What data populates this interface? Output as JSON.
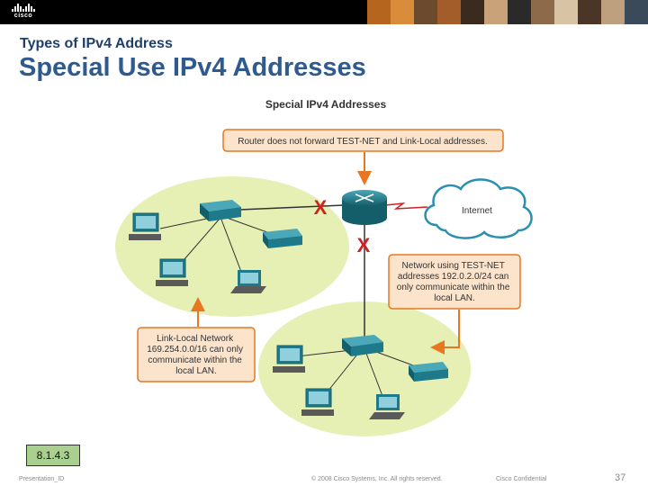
{
  "header": {
    "brand": "cisco",
    "subtitle": "Types of IPv4 Address",
    "title": "Special Use IPv4 Addresses"
  },
  "diagram": {
    "heading": "Special IPv4 Addresses",
    "router_note": "Router does not forward TEST-NET and Link-Local addresses.",
    "internet_label": "Internet",
    "blocked_marker": "X",
    "testnet_note": [
      "Network using TEST-NET",
      "addresses 192.0.2.0/24 can",
      "only communicate within the",
      "local LAN."
    ],
    "linklocal_note": [
      "Link-Local Network",
      "169.254.0.0/16 can only",
      "communicate within the",
      "local LAN."
    ]
  },
  "colors": {
    "title": "#2e5a8f",
    "lan_fill": "#e6efb4",
    "note_border": "#e87722",
    "note_fill": "#fbe3cc",
    "arrow": "#e87722",
    "blocked": "#cc2222",
    "router": "#1e7a8a",
    "section_badge": "#a9d08e"
  },
  "section_number": "8.1.4.3",
  "footer": {
    "left": "Presentation_ID",
    "copyright": "© 2008 Cisco Systems, Inc. All rights reserved.",
    "confidential": "Cisco Confidential",
    "page": "37"
  }
}
